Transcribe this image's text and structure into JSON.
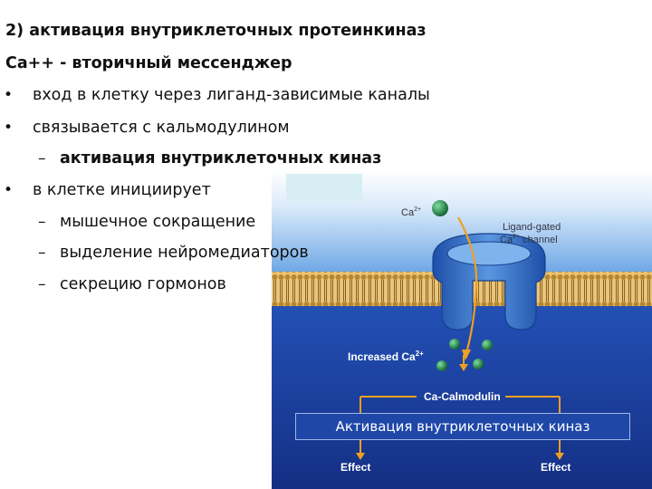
{
  "slide": {
    "title": "2) активация внутриклеточных протеинкиназ",
    "subtitle": "Са++ - вторичный мессенджер",
    "bullets": [
      {
        "symbol": "•",
        "text": "вход в клетку через лиганд-зависимые каналы"
      },
      {
        "symbol": "•",
        "text": "связывается с кальмодулином"
      },
      {
        "symbol": "–",
        "text": "активация внутриклеточных киназ"
      },
      {
        "symbol": "•",
        "text": "в клетке инициирует"
      },
      {
        "symbol": "–",
        "text": "мышечное сокращение"
      },
      {
        "symbol": "–",
        "text": "выделение нейромедиаторов"
      },
      {
        "symbol": "–",
        "text": "секрецию гормонов"
      }
    ]
  },
  "diagram": {
    "ca_label": "Ca",
    "ca_sup": "2+",
    "channel_label_1": "Ligand-gated",
    "channel_label_2": "Ca",
    "channel_label_2_sup": "2+",
    "channel_label_3": " channel",
    "increased_label": "Increased Ca",
    "increased_sup": "2+",
    "calmodulin_label": "Ca-Calmodulin",
    "kinase_overlay": "Активация внутриклеточных киназ",
    "effect_left": "Effect",
    "effect_right": "Effect",
    "colors": {
      "extracellular": "#6fa8e6",
      "membrane": "#c59a3c",
      "cytoplasm": "#1b3f9e",
      "channel": "#3a74c9",
      "ion": "#1f8a4a",
      "arrow": "#f0a020"
    }
  }
}
